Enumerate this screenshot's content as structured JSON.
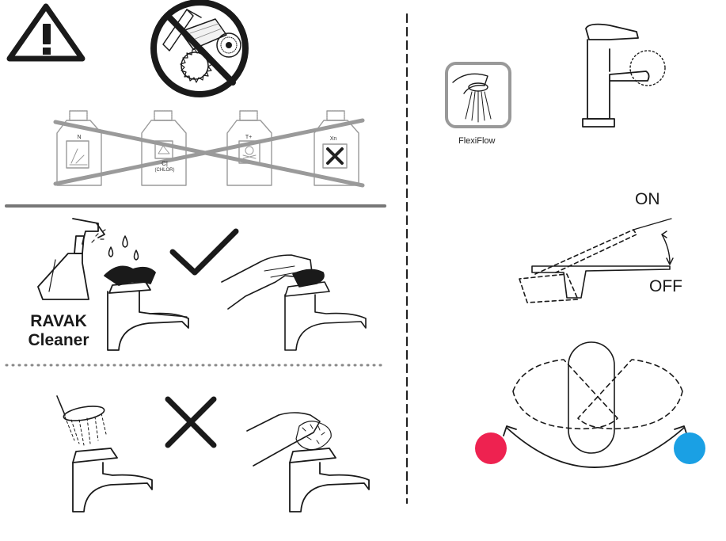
{
  "brand": {
    "line1": "RAVAK",
    "line2": "Cleaner"
  },
  "flexiflow": {
    "label": "FlexiFlow"
  },
  "lever": {
    "on_label": "ON",
    "off_label": "OFF"
  },
  "bottles": {
    "b1": "N",
    "b2_main": "C|",
    "b2_sub": "(CHLOR)",
    "b3": "T+",
    "b4": "Xn"
  },
  "temperature": {
    "hot_color": "#ee2250",
    "cold_color": "#1aa0e4"
  },
  "icons": [
    "warning-icon",
    "no-abrasive-tools-icon",
    "crossed-bottles-icon",
    "spray-bottle-icon",
    "checkmark-icon",
    "cross-icon",
    "showerhead-icon",
    "scrub-pad-icon",
    "faucet-icon",
    "flexiflow-aerator-icon"
  ]
}
